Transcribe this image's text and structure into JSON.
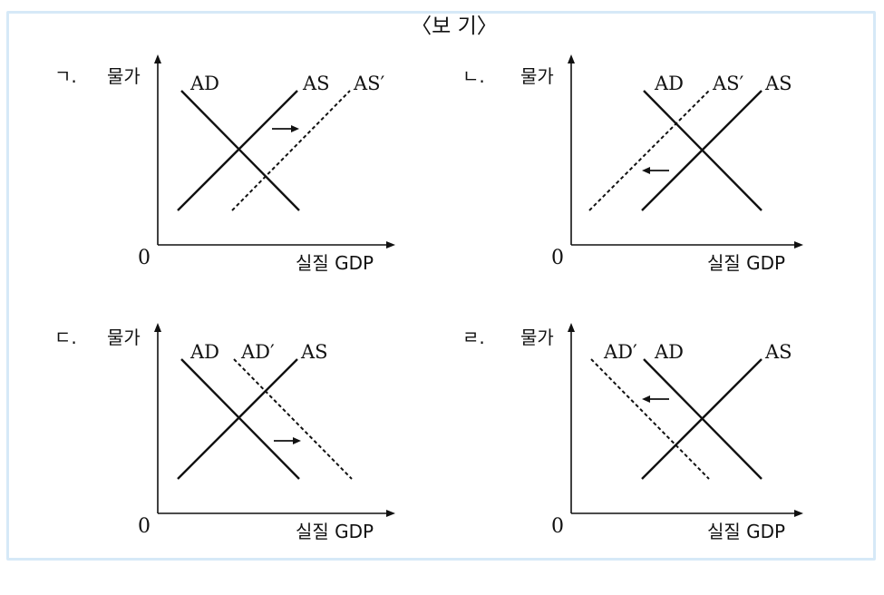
{
  "frame": {
    "title": "〈보 기〉"
  },
  "panels": [
    {
      "marker": "ㄱ.",
      "ylabel": "물가",
      "xlabel": "실질 GDP",
      "origin": "0",
      "labels": {
        "a": "AD",
        "b": "AS",
        "c": "AS′"
      },
      "shift": {
        "curve": "AS",
        "direction": "right"
      }
    },
    {
      "marker": "ㄴ.",
      "ylabel": "물가",
      "xlabel": "실질 GDP",
      "origin": "0",
      "labels": {
        "a": "AD",
        "b": "AS′",
        "c": "AS"
      },
      "shift": {
        "curve": "AS",
        "direction": "left"
      }
    },
    {
      "marker": "ㄷ.",
      "ylabel": "물가",
      "xlabel": "실질 GDP",
      "origin": "0",
      "labels": {
        "a": "AD",
        "b": "AD′",
        "c": "AS"
      },
      "shift": {
        "curve": "AD",
        "direction": "right"
      }
    },
    {
      "marker": "ㄹ.",
      "ylabel": "물가",
      "xlabel": "실질 GDP",
      "origin": "0",
      "labels": {
        "a": "AD′",
        "b": "AD",
        "c": "AS"
      },
      "shift": {
        "curve": "AD",
        "direction": "left"
      }
    }
  ],
  "colors": {
    "frame": "#d6e9f7",
    "ink": "#111111"
  }
}
